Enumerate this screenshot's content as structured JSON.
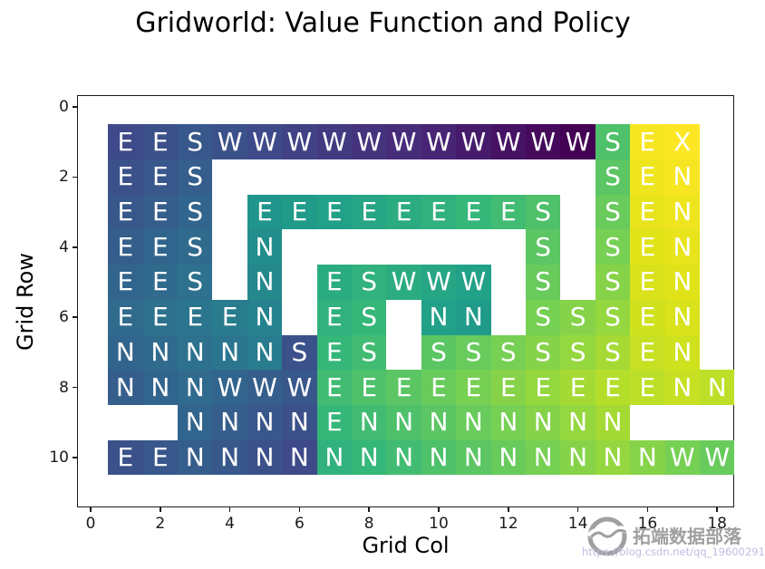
{
  "title": "Gridworld: Value Function and Policy",
  "axes": {
    "x_label": "Grid Col",
    "y_label": "Grid Row"
  },
  "watermark": {
    "brand": "拓端数据部落",
    "url": "https://blog.csdn.net/qq_19600291"
  },
  "chart_data": {
    "type": "heatmap",
    "title": "Gridworld: Value Function and Policy",
    "xlabel": "Grid Col",
    "ylabel": "Grid Row",
    "x_tick_labels": [
      "0",
      "2",
      "4",
      "6",
      "8",
      "10",
      "12",
      "14",
      "16",
      "18"
    ],
    "y_tick_labels": [
      "0",
      "2",
      "4",
      "6",
      "8",
      "10"
    ],
    "x_range": [
      0,
      18
    ],
    "y_range": [
      0,
      11
    ],
    "grid_rows": 10,
    "grid_cols": 18,
    "first_row_index": 1,
    "first_col_index": 1,
    "goal_label": "X",
    "colormap": "viridis",
    "viridis_stops": [
      [
        68,
        1,
        84
      ],
      [
        72,
        40,
        120
      ],
      [
        62,
        74,
        137
      ],
      [
        49,
        104,
        142
      ],
      [
        38,
        130,
        142
      ],
      [
        31,
        158,
        137
      ],
      [
        53,
        183,
        121
      ],
      [
        110,
        206,
        88
      ],
      [
        181,
        222,
        43
      ],
      [
        221,
        227,
        24
      ],
      [
        253,
        231,
        37
      ]
    ],
    "wall_char": ".",
    "policy_rows": [
      "EESWWWWWWWWWWWSEX.",
      "EES...........SEN.",
      "EES.EEEEEEEES.SEN.",
      "EES.N.......S.SEN.",
      "EES.N.ESWWW.S.SEN.",
      "EEEEN.ES.NN.SSSEN.",
      "NNNNNSES.SSSSSSEN.",
      "NNNWWWEEEEEEEEEENN",
      "..NNNNENNNNNNNN...",
      "EENNNNNNNNNNNNNNWW"
    ],
    "steps_to_goal": [
      [
        36,
        35,
        34,
        35,
        36,
        37,
        38,
        39,
        40,
        41,
        42,
        43,
        44,
        45,
        16,
        1,
        0,
        null
      ],
      [
        35,
        34,
        33,
        null,
        null,
        null,
        null,
        null,
        null,
        null,
        null,
        null,
        null,
        null,
        15,
        2,
        1,
        null
      ],
      [
        34,
        33,
        32,
        null,
        24,
        23,
        22,
        21,
        20,
        19,
        18,
        17,
        16,
        null,
        14,
        3,
        2,
        null
      ],
      [
        33,
        32,
        31,
        null,
        25,
        null,
        null,
        null,
        null,
        null,
        null,
        null,
        15,
        null,
        13,
        4,
        3,
        null
      ],
      [
        32,
        31,
        30,
        null,
        26,
        null,
        20,
        19,
        20,
        21,
        22,
        null,
        14,
        null,
        12,
        5,
        4,
        null
      ],
      [
        31,
        30,
        29,
        28,
        27,
        null,
        19,
        18,
        null,
        22,
        23,
        null,
        13,
        12,
        11,
        6,
        5,
        null
      ],
      [
        32,
        31,
        30,
        29,
        28,
        35,
        18,
        17,
        null,
        15,
        14,
        13,
        12,
        11,
        10,
        7,
        6,
        null
      ],
      [
        33,
        32,
        31,
        32,
        33,
        34,
        17,
        16,
        15,
        14,
        13,
        12,
        11,
        10,
        9,
        8,
        7,
        8
      ],
      [
        null,
        null,
        32,
        33,
        34,
        35,
        18,
        17,
        16,
        15,
        14,
        13,
        12,
        11,
        10,
        null,
        null,
        null
      ],
      [
        35,
        34,
        33,
        34,
        35,
        36,
        19,
        18,
        17,
        16,
        15,
        14,
        13,
        12,
        11,
        12,
        13,
        14
      ]
    ],
    "max_steps": 45,
    "value_mapping": "color_value = 1 - steps_to_goal / max_steps"
  }
}
